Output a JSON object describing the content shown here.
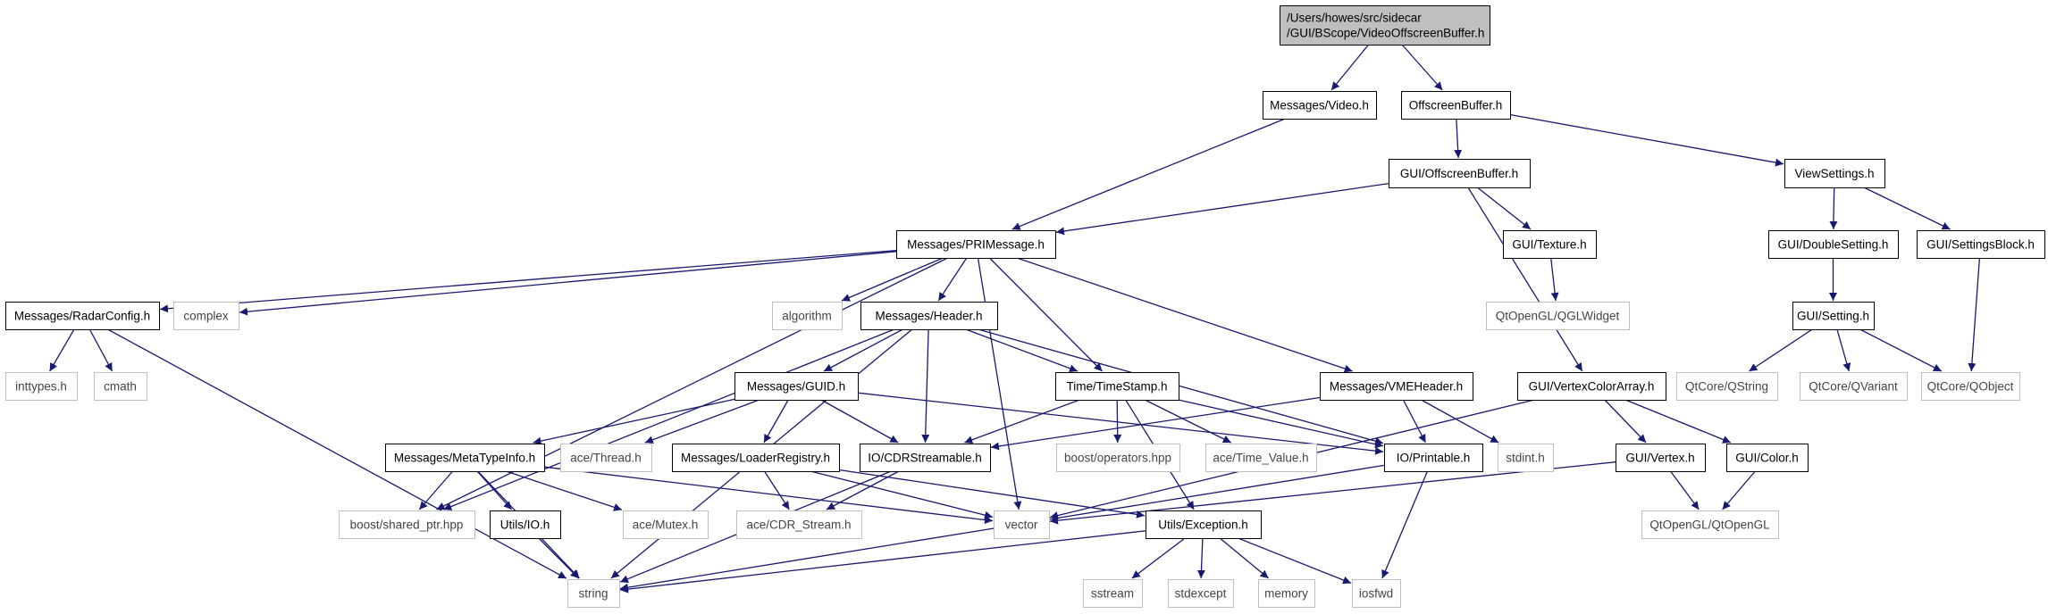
{
  "graph": {
    "nodes": [
      {
        "id": "root",
        "lines": [
          "/Users/howes/src/sidecar",
          "/GUI/BScope/VideoOffscreenBuffer.h"
        ],
        "style": "root",
        "name": "node-video-offscreen-buffer-h"
      },
      {
        "id": "video",
        "lines": [
          "Messages/Video.h"
        ],
        "style": "solid",
        "name": "node-messages-video-h"
      },
      {
        "id": "osb",
        "lines": [
          "OffscreenBuffer.h"
        ],
        "style": "solid",
        "name": "node-offscreenbuffer-h"
      },
      {
        "id": "guiosb",
        "lines": [
          "GUI/OffscreenBuffer.h"
        ],
        "style": "solid",
        "name": "node-gui-offscreenbuffer-h"
      },
      {
        "id": "viewset",
        "lines": [
          "ViewSettings.h"
        ],
        "style": "solid",
        "name": "node-viewsettings-h"
      },
      {
        "id": "pri",
        "lines": [
          "Messages/PRIMessage.h"
        ],
        "style": "solid",
        "name": "node-messages-primessage-h"
      },
      {
        "id": "texture",
        "lines": [
          "GUI/Texture.h"
        ],
        "style": "solid",
        "name": "node-gui-texture-h"
      },
      {
        "id": "dblset",
        "lines": [
          "GUI/DoubleSetting.h"
        ],
        "style": "solid",
        "name": "node-gui-doublesetting-h"
      },
      {
        "id": "setblock",
        "lines": [
          "GUI/SettingsBlock.h"
        ],
        "style": "solid",
        "name": "node-gui-settingsblock-h"
      },
      {
        "id": "radar",
        "lines": [
          "Messages/RadarConfig.h"
        ],
        "style": "solid",
        "name": "node-messages-radarconfig-h"
      },
      {
        "id": "complex",
        "lines": [
          "complex"
        ],
        "style": "gray",
        "name": "node-complex"
      },
      {
        "id": "algorithm",
        "lines": [
          "algorithm"
        ],
        "style": "gray",
        "name": "node-algorithm"
      },
      {
        "id": "header",
        "lines": [
          "Messages/Header.h"
        ],
        "style": "solid",
        "name": "node-messages-header-h"
      },
      {
        "id": "qglwidget",
        "lines": [
          "QtOpenGL/QGLWidget"
        ],
        "style": "gray",
        "name": "node-qtopengl-qglwidget"
      },
      {
        "id": "setting",
        "lines": [
          "GUI/Setting.h"
        ],
        "style": "solid",
        "name": "node-gui-setting-h"
      },
      {
        "id": "inttypes",
        "lines": [
          "inttypes.h"
        ],
        "style": "gray",
        "name": "node-inttypes-h"
      },
      {
        "id": "cmath",
        "lines": [
          "cmath"
        ],
        "style": "gray",
        "name": "node-cmath"
      },
      {
        "id": "guid",
        "lines": [
          "Messages/GUID.h"
        ],
        "style": "solid",
        "name": "node-messages-guid-h"
      },
      {
        "id": "timestamp",
        "lines": [
          "Time/TimeStamp.h"
        ],
        "style": "solid",
        "name": "node-time-timestamp-h"
      },
      {
        "id": "vmeheader",
        "lines": [
          "Messages/VMEHeader.h"
        ],
        "style": "solid",
        "name": "node-messages-vmeheader-h"
      },
      {
        "id": "vca",
        "lines": [
          "GUI/VertexColorArray.h"
        ],
        "style": "solid",
        "name": "node-gui-vertexcolorarray-h"
      },
      {
        "id": "qstring",
        "lines": [
          "QtCore/QString"
        ],
        "style": "gray",
        "name": "node-qtcore-qstring"
      },
      {
        "id": "qvariant",
        "lines": [
          "QtCore/QVariant"
        ],
        "style": "gray",
        "name": "node-qtcore-qvariant"
      },
      {
        "id": "qobject",
        "lines": [
          "QtCore/QObject"
        ],
        "style": "gray",
        "name": "node-qtcore-qobject"
      },
      {
        "id": "metatype",
        "lines": [
          "Messages/MetaTypeInfo.h"
        ],
        "style": "solid",
        "name": "node-messages-metatypeinfo-h"
      },
      {
        "id": "thread",
        "lines": [
          "ace/Thread.h"
        ],
        "style": "gray",
        "name": "node-ace-thread-h"
      },
      {
        "id": "loader",
        "lines": [
          "Messages/LoaderRegistry.h"
        ],
        "style": "solid",
        "name": "node-messages-loaderregistry-h"
      },
      {
        "id": "cdrstream",
        "lines": [
          "IO/CDRStreamable.h"
        ],
        "style": "solid",
        "name": "node-io-cdrstreamable-h"
      },
      {
        "id": "boostops",
        "lines": [
          "boost/operators.hpp"
        ],
        "style": "gray",
        "name": "node-boost-operators-hpp"
      },
      {
        "id": "timevalue",
        "lines": [
          "ace/Time_Value.h"
        ],
        "style": "gray",
        "name": "node-ace-time-value-h"
      },
      {
        "id": "printable",
        "lines": [
          "IO/Printable.h"
        ],
        "style": "solid",
        "name": "node-io-printable-h"
      },
      {
        "id": "stdint",
        "lines": [
          "stdint.h"
        ],
        "style": "gray",
        "name": "node-stdint-h"
      },
      {
        "id": "vertex",
        "lines": [
          "GUI/Vertex.h"
        ],
        "style": "solid",
        "name": "node-gui-vertex-h"
      },
      {
        "id": "color",
        "lines": [
          "GUI/Color.h"
        ],
        "style": "solid",
        "name": "node-gui-color-h"
      },
      {
        "id": "sharedptr",
        "lines": [
          "boost/shared_ptr.hpp"
        ],
        "style": "gray",
        "name": "node-boost-shared-ptr-hpp"
      },
      {
        "id": "utilsio",
        "lines": [
          "Utils/IO.h"
        ],
        "style": "solid",
        "name": "node-utils-io-h"
      },
      {
        "id": "mutex",
        "lines": [
          "ace/Mutex.h"
        ],
        "style": "gray",
        "name": "node-ace-mutex-h"
      },
      {
        "id": "cdrstreamace",
        "lines": [
          "ace/CDR_Stream.h"
        ],
        "style": "gray",
        "name": "node-ace-cdr-stream-h"
      },
      {
        "id": "vector",
        "lines": [
          "vector"
        ],
        "style": "gray",
        "name": "node-vector"
      },
      {
        "id": "exception",
        "lines": [
          "Utils/Exception.h"
        ],
        "style": "solid",
        "name": "node-utils-exception-h"
      },
      {
        "id": "qtopengl",
        "lines": [
          "QtOpenGL/QtOpenGL"
        ],
        "style": "gray",
        "name": "node-qtopengl-qtopengl"
      },
      {
        "id": "string",
        "lines": [
          "string"
        ],
        "style": "gray",
        "name": "node-string"
      },
      {
        "id": "sstream",
        "lines": [
          "sstream"
        ],
        "style": "gray",
        "name": "node-sstream"
      },
      {
        "id": "stdexcept",
        "lines": [
          "stdexcept"
        ],
        "style": "gray",
        "name": "node-stdexcept"
      },
      {
        "id": "memory",
        "lines": [
          "memory"
        ],
        "style": "gray",
        "name": "node-memory"
      },
      {
        "id": "iosfwd",
        "lines": [
          "iosfwd"
        ],
        "style": "gray",
        "name": "node-iosfwd"
      }
    ],
    "edges": [
      [
        "root",
        "video"
      ],
      [
        "root",
        "osb"
      ],
      [
        "video",
        "pri"
      ],
      [
        "osb",
        "guiosb"
      ],
      [
        "osb",
        "viewset"
      ],
      [
        "guiosb",
        "pri"
      ],
      [
        "guiosb",
        "texture"
      ],
      [
        "guiosb",
        "vca"
      ],
      [
        "viewset",
        "dblset"
      ],
      [
        "viewset",
        "setblock"
      ],
      [
        "pri",
        "radar"
      ],
      [
        "pri",
        "complex"
      ],
      [
        "pri",
        "algorithm"
      ],
      [
        "pri",
        "header"
      ],
      [
        "pri",
        "timestamp"
      ],
      [
        "pri",
        "vmeheader"
      ],
      [
        "pri",
        "vector"
      ],
      [
        "pri",
        "sharedptr"
      ],
      [
        "texture",
        "qglwidget"
      ],
      [
        "dblset",
        "setting"
      ],
      [
        "setblock",
        "qobject"
      ],
      [
        "setting",
        "qstring"
      ],
      [
        "setting",
        "qvariant"
      ],
      [
        "setting",
        "qobject"
      ],
      [
        "radar",
        "inttypes"
      ],
      [
        "radar",
        "cmath"
      ],
      [
        "radar",
        "string"
      ],
      [
        "header",
        "guid"
      ],
      [
        "header",
        "timestamp"
      ],
      [
        "header",
        "cdrstream"
      ],
      [
        "header",
        "printable"
      ],
      [
        "header",
        "sharedptr"
      ],
      [
        "header",
        "string"
      ],
      [
        "guid",
        "metatype"
      ],
      [
        "guid",
        "thread"
      ],
      [
        "guid",
        "loader"
      ],
      [
        "guid",
        "cdrstream"
      ],
      [
        "guid",
        "printable"
      ],
      [
        "timestamp",
        "boostops"
      ],
      [
        "timestamp",
        "timevalue"
      ],
      [
        "timestamp",
        "cdrstream"
      ],
      [
        "timestamp",
        "printable"
      ],
      [
        "timestamp",
        "exception"
      ],
      [
        "vmeheader",
        "cdrstream"
      ],
      [
        "vmeheader",
        "printable"
      ],
      [
        "vmeheader",
        "stdint"
      ],
      [
        "vca",
        "vertex"
      ],
      [
        "vca",
        "color"
      ],
      [
        "vca",
        "vector"
      ],
      [
        "metatype",
        "sharedptr"
      ],
      [
        "metatype",
        "utilsio"
      ],
      [
        "metatype",
        "mutex"
      ],
      [
        "metatype",
        "string"
      ],
      [
        "metatype",
        "vector"
      ],
      [
        "loader",
        "cdrstreamace"
      ],
      [
        "loader",
        "vector"
      ],
      [
        "loader",
        "exception"
      ],
      [
        "cdrstream",
        "cdrstreamace"
      ],
      [
        "cdrstream",
        "string"
      ],
      [
        "printable",
        "string"
      ],
      [
        "printable",
        "iosfwd"
      ],
      [
        "vertex",
        "vector"
      ],
      [
        "vertex",
        "qtopengl"
      ],
      [
        "color",
        "qtopengl"
      ],
      [
        "utilsio",
        "string"
      ],
      [
        "exception",
        "string"
      ],
      [
        "exception",
        "sstream"
      ],
      [
        "exception",
        "stdexcept"
      ],
      [
        "exception",
        "memory"
      ],
      [
        "exception",
        "iosfwd"
      ]
    ],
    "colors": {
      "edge": "#191970",
      "solid_border": "#000000",
      "gray_border": "#bfbfbf",
      "gray_text": "#444444",
      "root_fill": "#bfbfbf",
      "text": "#000000"
    }
  }
}
